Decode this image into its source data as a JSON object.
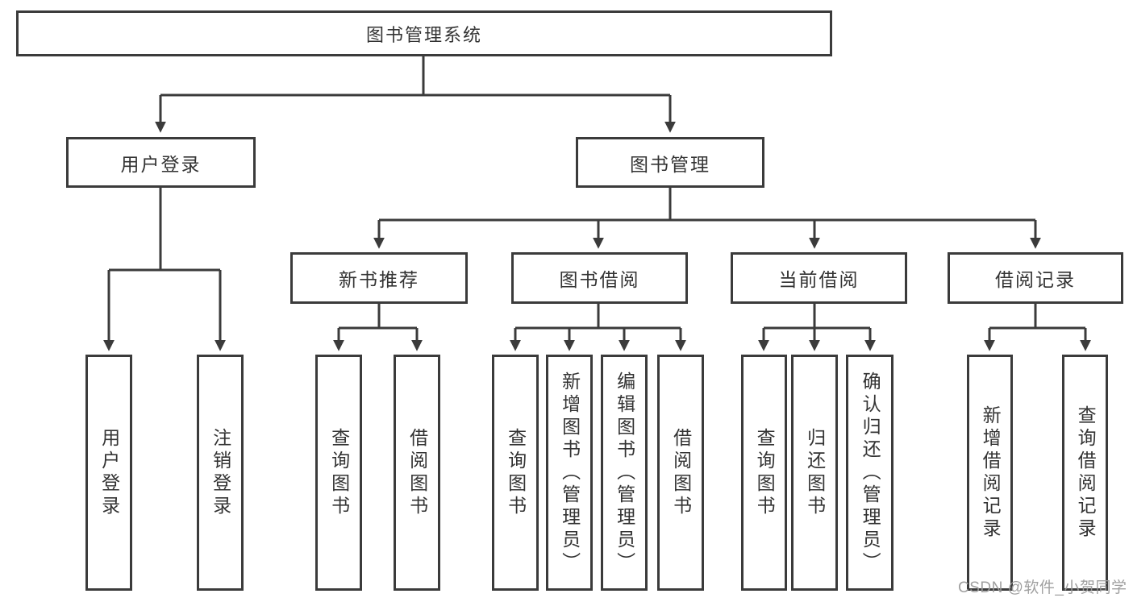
{
  "diagram": {
    "root": {
      "label": "图书管理系统"
    },
    "login_branch": {
      "label": "用户登录",
      "children": [
        "用户登录",
        "注销登录"
      ]
    },
    "mgmt_branch": {
      "label": "图书管理",
      "sections": [
        {
          "label": "新书推荐",
          "children": [
            "查询图书",
            "借阅图书"
          ]
        },
        {
          "label": "图书借阅",
          "children": [
            "查询图书",
            "新增图书（管理员）",
            "编辑图书（管理员）",
            "借阅图书"
          ]
        },
        {
          "label": "当前借阅",
          "children": [
            "查询图书",
            "归还图书",
            "确认归还（管理员）"
          ]
        },
        {
          "label": "借阅记录",
          "children": [
            "新增借阅记录",
            "查询借阅记录"
          ]
        }
      ]
    }
  },
  "watermark": {
    "text": "CSDN @软件_小贺同学"
  },
  "colors": {
    "line": "#3b3b3b",
    "text": "#333333",
    "watermark": "#9b9b9b",
    "background": "#ffffff"
  }
}
